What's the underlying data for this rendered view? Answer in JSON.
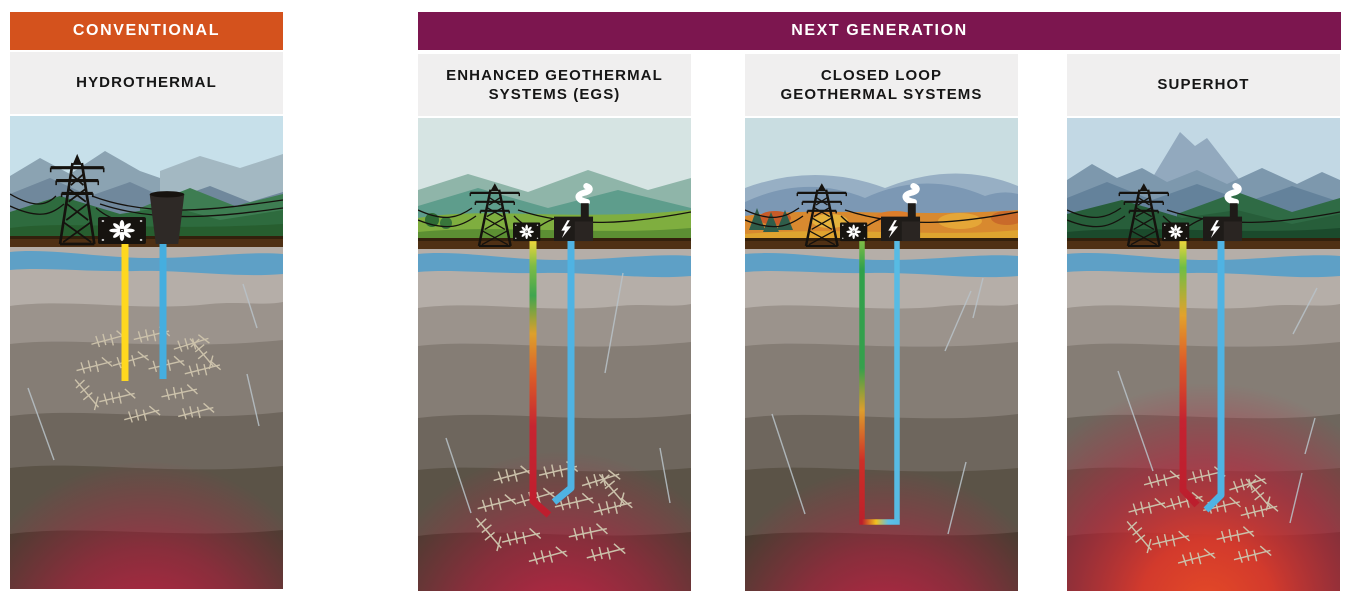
{
  "figure": {
    "conventional": {
      "header": "CONVENTIONAL",
      "panels": [
        {
          "title": "HYDROTHERMAL"
        }
      ]
    },
    "next_generation": {
      "header": "NEXT GENERATION",
      "panels": [
        {
          "title": "ENHANCED GEOTHERMAL\nSYSTEMS (EGS)"
        },
        {
          "title": "CLOSED LOOP\nGEOTHERMAL SYSTEMS"
        },
        {
          "title": "SUPERHOT"
        }
      ]
    },
    "icons": [
      "transmission-tower-icon",
      "cooling-fan-unit-icon",
      "power-plant-lightning-icon",
      "cooling-tower-icon",
      "smoke-plume-icon",
      "fracture-marks",
      "heat-source-glow"
    ],
    "colors": {
      "conventional_header_bg": "#D4521D",
      "next_generation_header_bg": "#7C164F",
      "panel_label_bg": "#F0EFEF",
      "hot_zone_red": "#C8204A",
      "superhot_zone_orange_red": "#E54A26",
      "cold_well_blue": "#4FB3E3",
      "hot_well_red": "#BE1E2E",
      "injection_well_yellow": "#FFD81F",
      "working_fluid_green": "#3AA24B",
      "aquifer_blue": "#5EA0C6",
      "surface_soil_brown": "#4F3014"
    }
  }
}
